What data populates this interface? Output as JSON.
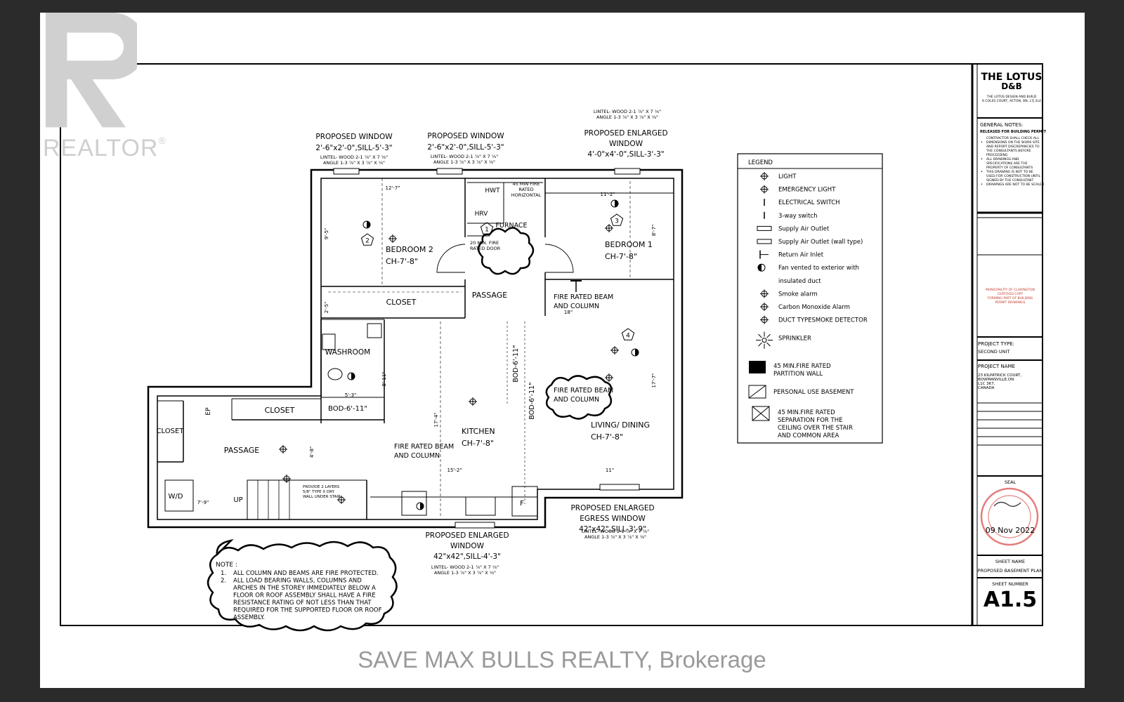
{
  "brand": {
    "realtor_text": "REALTOR",
    "registered_mark": "®"
  },
  "watermark": "SAVE MAX BULLS REALTY, Brokerage",
  "title_block": {
    "company_line1": "THE LOTUS",
    "company_line2": "D&B",
    "company_sub1": "THE LOTUS DESIGN AND BUILD",
    "company_sub2": "6 COLES COURT, ACTON, ON, L7J 2L4",
    "general_notes_title": "GENERAL NOTES:",
    "released": "RELEASED FOR BUILDING PERMIT",
    "notes": [
      "CONTRACTOR SHALL CHECK ALL DIMENSIONS ON THE WORK SITE AND REPORT DISCREPANCIES TO THE CONSULTANTS BEFORE PROCEEDING",
      "ALL DRAWINGS AND SPECIFICATIONS ARE THE PROPERTY OF CONSULTANTS",
      "THIS DRAWING IS NOT TO BE USED FOR CONSTRUCTION UNTIL SIGNED BY THE CONSULTANT",
      "DRAWINGS ARE NOT TO BE SCALED"
    ],
    "municipal_stamp": [
      "MUNICIPALITY OF CLARINGTON",
      "CERTIFIED COPY",
      "FORMING PART OF BUILDING",
      "PERMIT DRAWINGS"
    ],
    "project_type_label": "PROJECT TYPE:",
    "project_type": "SECOND UNIT",
    "project_name_label": "PROJECT NAME",
    "project_address": [
      "23 KILPATRICK COURT,",
      "BOWMANVILLE,ON",
      "L1C 3K7,",
      "CANADA"
    ],
    "seal_label": "SEAL",
    "seal_date": "09 Nov 2022",
    "sheet_name_label": "SHEET NAME",
    "sheet_name": "PROPOSED BASEMENT PLAN",
    "sheet_number_label": "SHEET NUMBER",
    "sheet_number": "A1.5"
  },
  "legend": {
    "title": "LEGEND",
    "items": [
      {
        "icon": "light-icon",
        "label": "LIGHT"
      },
      {
        "icon": "emergency-light-icon",
        "label": "EMERGENCY LIGHT"
      },
      {
        "icon": "electrical-switch-icon",
        "label": "ELECTRICAL SWITCH"
      },
      {
        "icon": "three-way-switch-icon",
        "label": "3-way switch"
      },
      {
        "icon": "supply-air-outlet-icon",
        "label": "Supply Air Outlet"
      },
      {
        "icon": "wall-supply-air-icon",
        "label": "Supply Air Outlet (wall type)"
      },
      {
        "icon": "return-air-inlet-icon",
        "label": "Return Air Inlet"
      },
      {
        "icon": "exhaust-fan-icon",
        "label": "Fan vented to exterior with"
      },
      {
        "icon": "",
        "label": "insulated duct"
      },
      {
        "icon": "smoke-alarm-icon",
        "label": "Smoke alarm"
      },
      {
        "icon": "co-alarm-icon",
        "label": "Carbon Monoxide Alarm"
      },
      {
        "icon": "duct-smoke-detector-icon",
        "label": "DUCT TYPESMOKE DETECTOR"
      },
      {
        "icon": "sprinkler-icon",
        "label": "SPRINKLER"
      }
    ],
    "partition_wall": [
      "45 MIN.FIRE RATED",
      "PARTITION WALL"
    ],
    "personal_use": "PERSONAL USE BASEMENT",
    "fire_separation": [
      "45 MIN.FIRE RATED",
      "SEPARATION FOR THE",
      "CEILING OVER THE STAIR",
      "AND COMMON AREA"
    ]
  },
  "windows": {
    "w1": [
      "PROPOSED  WINDOW",
      "2'-6\"x2'-0\",SILL-5'-3\"",
      "LINTEL- WOOD 2-1 ⅞\" X 7 ⅛\"",
      "ANGLE 1-3 ⅞\" X 3 ⅞\" X ⅛\""
    ],
    "w2": [
      "PROPOSED  WINDOW",
      "2'-6\"x2'-0\",SILL-5'-3\"",
      "LINTEL- WOOD 2-1 ⅞\" X 7 ⅛\"",
      "ANGLE 1-3 ⅞\" X 3 ⅞\" X ⅛\""
    ],
    "w3": [
      "LINTEL- WOOD 2-1 ⅞\" X 7 ⅛\"",
      "ANGLE 1-3 ⅞\" X 3 ⅞\" X ⅛\"",
      "PROPOSED ENLARGED",
      "WINDOW",
      "4'-0\"x4'-0\",SILL-3'-3\""
    ],
    "w4": [
      "PROPOSED ENLARGED",
      "EGRESS WINDOW",
      "42\"x42\",SILL-3'-9\"",
      "LINTEL- WOOD 2-1 ⅞\" X 7 ⅛\"",
      "ANGLE 1-3 ⅞\" X 3 ⅞\" X ⅛\""
    ],
    "w5": [
      "PROPOSED ENLARGED",
      "WINDOW",
      "42\"x42\",SILL-4'-3\"",
      "LINTEL- WOOD 2-1 ⅞\" X 7 ⅛\"",
      "ANGLE 1-3 ⅞\" X 3 ⅞\" X ⅛\""
    ]
  },
  "rooms": {
    "bedroom2": [
      "BEDROOM 2",
      "CH-7'-8\""
    ],
    "bedroom1": [
      "BEDROOM 1",
      "CH-7'-8\""
    ],
    "kitchen": [
      "KITCHEN",
      "CH-7'-8\""
    ],
    "living": [
      "LIVING/ DINING",
      "CH-7'-8\""
    ],
    "closet_top": "CLOSET",
    "passage_top": "PASSAGE",
    "washroom": "WASHROOM",
    "closet_mid": "CLOSET",
    "bod_mid": "BOD-6'-11\"",
    "closet_left": "CLOSET",
    "passage_left": "PASSAGE",
    "wd": "W/D",
    "up": "UP",
    "furnace": "FURNACE",
    "hwt": "HWT",
    "hrv": "HRV",
    "fire_note": [
      "45 MIN FIRE",
      "RATED",
      "HORIZONTAL"
    ],
    "fire_door": [
      "20 MIN. FIRE",
      "RATED DOOR"
    ],
    "beam1": [
      "FIRE RATED BEAM",
      "AND COLUMN"
    ],
    "beam2": [
      "FIRE RATED BEAM",
      "AND COLUMN"
    ],
    "beam3": [
      "FIRE RATED BEAM",
      "AND COLUMN"
    ],
    "bod_v1": "BOD-6'-11\"",
    "bod_v2": "BOD-6'-11\"",
    "stair_note": [
      "PROVIDE 2 LAYERS",
      "5/8\" TYPE X DRY",
      "WALL UNDER STAIR"
    ],
    "ep": "EP",
    "fridge": "F"
  },
  "dimensions": [
    "12'-7\"",
    "11'-2\"",
    "9'-5\"",
    "8'-7\"",
    "2'-5\"",
    "18\"",
    "17'-7\"",
    "17'-4\"",
    "15'-2\"",
    "5'-3\"",
    "4'-8\"",
    "7'-9\"",
    "11\"",
    "8'-11\""
  ],
  "tags": [
    "1",
    "2",
    "3",
    "4"
  ],
  "note": {
    "title": "NOTE :",
    "items": [
      [
        "1.",
        "ALL COLUMN AND BEAMS ARE FIRE PROTECTED."
      ],
      [
        "2.",
        "ALL LOAD BEARING WALLS, COLUMNS AND"
      ],
      [
        "",
        "ARCHES IN THE STOREY IMMEDIATELY BELOW A"
      ],
      [
        "",
        "FLOOR OR ROOF ASSEMBLY SHALL HAVE A FIRE"
      ],
      [
        "",
        "RESISTANCE RATING OF NOT LESS THAN THAT"
      ],
      [
        "",
        "REQUIRED FOR THE SUPPORTED FLOOR OR ROOF"
      ],
      [
        "",
        "ASSEMBLY."
      ]
    ]
  }
}
